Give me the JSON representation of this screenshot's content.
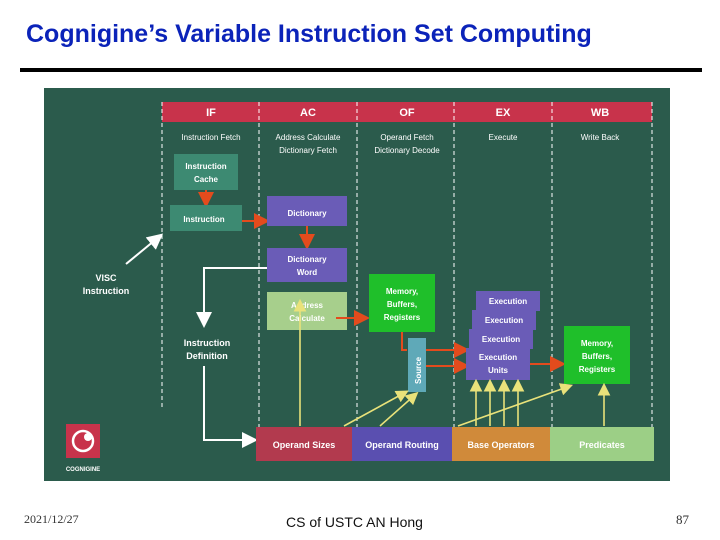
{
  "slide": {
    "title": "Cognigine’s Variable Instruction Set Computing",
    "footer_date": "2021/12/27",
    "footer_center": "CS of USTC AN Hong",
    "page_number": "87"
  },
  "diagram": {
    "stages": [
      {
        "abbr": "IF",
        "name": "Instruction Fetch"
      },
      {
        "abbr": "AC",
        "name": "Address Calculate",
        "name2": "Dictionary Fetch"
      },
      {
        "abbr": "OF",
        "name": "Operand Fetch",
        "name2": "Dictionary Decode"
      },
      {
        "abbr": "EX",
        "name": "Execute"
      },
      {
        "abbr": "WB",
        "name": "Write Back"
      }
    ],
    "boxes": {
      "instruction_cache": [
        "Instruction",
        "Cache"
      ],
      "instruction": "Instruction",
      "dictionary": "Dictionary",
      "dictionary_word": [
        "Dictionary",
        "Word"
      ],
      "address_calculate": [
        "Address",
        "Calculate"
      ],
      "memory_of": [
        "Memory,",
        "Buffers,",
        "Registers"
      ],
      "source": "Source",
      "execution_1": "Execution",
      "execution_2": "Execution",
      "execution_3": "Execution",
      "execution_units": [
        "Execution",
        "Units"
      ],
      "memory_wb": [
        "Memory,",
        "Buffers,",
        "Registers"
      ]
    },
    "side_labels": {
      "visc": [
        "VISC",
        "Instruction"
      ],
      "instruction_definition": [
        "Instruction",
        "Definition"
      ]
    },
    "bottom_bar": [
      "Operand Sizes",
      "Operand Routing",
      "Base Operators",
      "Predicates"
    ],
    "logo_text": "COGNIGINE",
    "colors": {
      "background": "#2b5b4c",
      "stage_header": "#c8334b",
      "teal_box": "#3d8a72",
      "purple_box": "#6a5cb7",
      "green_box": "#1fbf2a",
      "pale_green_box": "#a7cf8c",
      "source_box": "#5fa9b8",
      "orange_arrow": "#e34b1d",
      "yellow_arrow": "#e9e27a"
    }
  }
}
